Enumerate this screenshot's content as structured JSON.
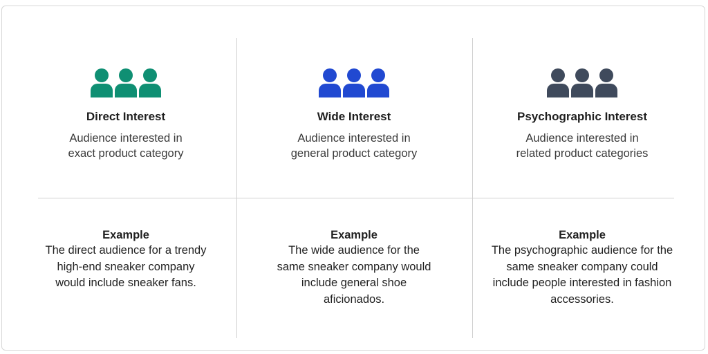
{
  "columns": [
    {
      "icon": "people-group-icon",
      "color": "#0f8f73",
      "title": "Direct Interest",
      "desc_line1": "Audience interested in",
      "desc_line2": "exact product category",
      "example_label": "Example",
      "example_text": "The direct audience for a trendy high-end sneaker company would include sneaker fans."
    },
    {
      "icon": "people-group-icon",
      "color": "#2149d1",
      "title": "Wide Interest",
      "desc_line1": "Audience interested in",
      "desc_line2": "general product category",
      "example_label": "Example",
      "example_text": "The wide audience for the same sneaker company would include general shoe aficionados."
    },
    {
      "icon": "people-group-icon",
      "color": "#3f4a5c",
      "title": "Psychographic Interest",
      "desc_line1": "Audience interested in",
      "desc_line2": "related product categories",
      "example_label": "Example",
      "example_text": "The psychographic audience for the same sneaker company could include people interested in fashion accessories."
    }
  ]
}
